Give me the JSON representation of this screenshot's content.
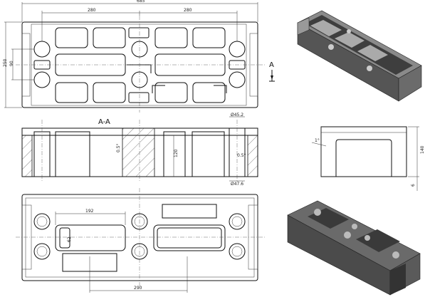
{
  "top_view": {
    "overall_width": "685",
    "half_width_left": "280",
    "half_width_right": "280",
    "overall_height": "250",
    "inner_height": "90",
    "cut_letter": "A"
  },
  "section_view": {
    "title": "A-A",
    "hole_top_dia": "Ø45.2",
    "hole_bottom_dia": "Ø47.6",
    "draft_left": "0.5°",
    "draft_right": "0.5°",
    "depth": "120"
  },
  "bottom_view": {
    "slot_length": "192",
    "slot_width": "62",
    "spacing": "290"
  },
  "side_view": {
    "draft": "1°",
    "height": "140",
    "base_gap": "6"
  }
}
